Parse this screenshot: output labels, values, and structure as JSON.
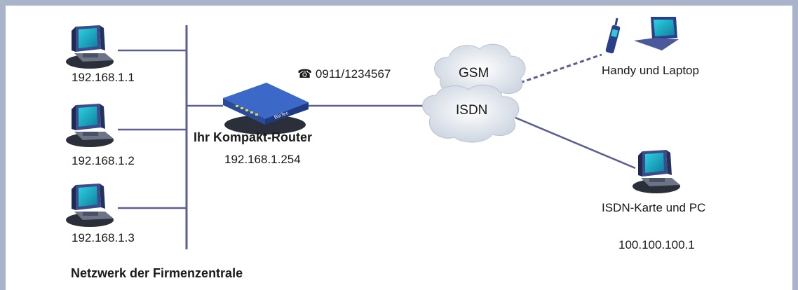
{
  "lan": {
    "pc1_ip": "192.168.1.1",
    "pc2_ip": "192.168.1.2",
    "pc3_ip": "192.168.1.3"
  },
  "router": {
    "name": "Ihr Kompakt-Router",
    "ip": "192.168.1.254",
    "phone_icon": "☎",
    "phone_number": "0911/1234567"
  },
  "clouds": {
    "gsm": "GSM",
    "isdn": "ISDN"
  },
  "remote": {
    "mobile_label": "Handy und Laptop",
    "isdn_pc_label": "ISDN-Karte und PC",
    "isdn_pc_ip": "100.100.100.1"
  },
  "caption": "Netzwerk der Firmenzentrale",
  "colors": {
    "frame": "#a9b3c9",
    "link_line": "#5a5f8f",
    "router_blue": "#3c68c8"
  },
  "icons": [
    "pc-icon",
    "router-icon",
    "gsm-cloud",
    "isdn-cloud",
    "mobile-phone-icon",
    "laptop-icon",
    "telephone-icon"
  ]
}
